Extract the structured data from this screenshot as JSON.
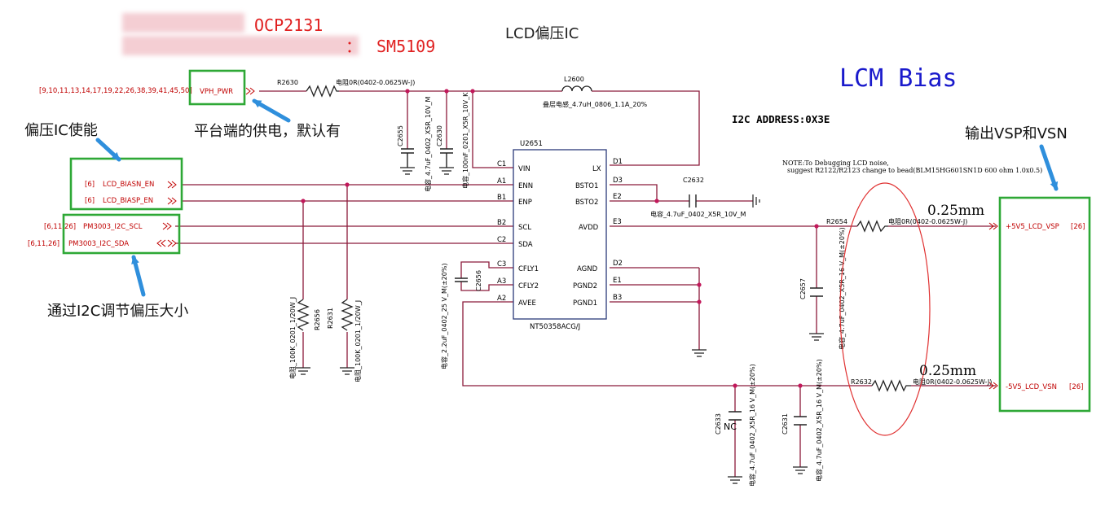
{
  "header": {
    "ocp": "OCP2131",
    "sm_colon": "：",
    "sm": "SM5109",
    "lcd_ic": "LCD偏压IC",
    "lcm_bias": "LCM Bias",
    "i2c_address": "I2C ADDRESS:0X3E",
    "note_line1": "NOTE:To Debugging LCD noise,",
    "note_line2": "suggest R2122/R2123 change to bead(BLM15HG601SN1D 600 ohm 1.0x0.5)"
  },
  "annotations": {
    "bias_enable": "偏压IC使能",
    "platform_power": "平台端的供电，默认有",
    "output_vsp_vsn": "输出VSP和VSN",
    "i2c_adjust": "通过I2C调节偏压大小",
    "trace_width_1": "0.25mm",
    "trace_width_2": "0.25mm"
  },
  "ports": {
    "vph_pwr": {
      "label": "VPH_PWR",
      "refs": "[9,10,11,13,14,17,19,22,26,38,39,41,45,50]"
    },
    "lcd_biasn_en": {
      "label": "LCD_BIASN_EN",
      "refs": "[6]"
    },
    "lcd_biasp_en": {
      "label": "LCD_BIASP_EN",
      "refs": "[6]"
    },
    "i2c_scl": {
      "label": "PM3003_I2C_SCL",
      "refs": "[6,11,26]"
    },
    "i2c_sda": {
      "label": "PM3003_I2C_SDA",
      "refs": "[6,11,26]"
    },
    "lcd_vsp": {
      "label": "+5V5_LCD_VSP",
      "refs": "[26]"
    },
    "lcd_vsn": {
      "label": "-5V5_LCD_VSN",
      "refs": "[26]"
    }
  },
  "ic": {
    "ref": "U2651",
    "part": "NT50358ACG/J",
    "left_pins": [
      {
        "num": "C1",
        "name": "VIN"
      },
      {
        "num": "A1",
        "name": "ENN"
      },
      {
        "num": "B1",
        "name": "ENP"
      },
      {
        "num": "B2",
        "name": "SCL"
      },
      {
        "num": "C2",
        "name": "SDA"
      },
      {
        "num": "C3",
        "name": "CFLY1"
      },
      {
        "num": "A3",
        "name": "CFLY2"
      },
      {
        "num": "A2",
        "name": "AVEE"
      }
    ],
    "right_pins": [
      {
        "num": "D1",
        "name": "LX"
      },
      {
        "num": "D3",
        "name": "BSTO1"
      },
      {
        "num": "E2",
        "name": "BSTO2"
      },
      {
        "num": "E3",
        "name": "AVDD"
      },
      {
        "num": "D2",
        "name": "AGND"
      },
      {
        "num": "E1",
        "name": "PGND2"
      },
      {
        "num": "B3",
        "name": "PGND1"
      }
    ]
  },
  "components": {
    "r2630": {
      "ref": "R2630",
      "value": "电阻0R(0402-0.0625W-J)"
    },
    "l2600": {
      "ref": "L2600",
      "value": "叠层电感_4.7uH_0806_1.1A_20%"
    },
    "c2655": {
      "ref": "C2655",
      "value": "电容_4.7uF_0402_X5R_10V_M"
    },
    "c2630": {
      "ref": "C2630",
      "value": "电容_100nF_0201_X5R_10V_K"
    },
    "c2632": {
      "ref": "C2632",
      "value": "电容_4.7uF_0402_X5R_10V_M"
    },
    "c2656": {
      "ref": "C2656",
      "value": "电容_2.2uF_0402_25 V_M(±20%)"
    },
    "r2656": {
      "ref": "R2656",
      "value": "电阻_100K_0201_1/20W_J"
    },
    "r2631": {
      "ref": "R2631",
      "value": "电阻_100K_0201_1/20W_J"
    },
    "r2654": {
      "ref": "R2654",
      "value": "电阻0R(0402-0.0625W-J)"
    },
    "c2657": {
      "ref": "C2657",
      "value": "电容_4.7uF_0402_X5R_16 V_M(±20%)"
    },
    "r2632": {
      "ref": "R2632",
      "value": "电阻0R(0402-0.0625W-J)"
    },
    "c2633": {
      "ref": "C2633",
      "value": "电容_4.7uF_0402_X5R_16 V_M(±20%)",
      "nc": "NC"
    },
    "c2631": {
      "ref": "C2631",
      "value": "电容_4.7uF_0402_X5R_16 V_M(±20%)"
    }
  },
  "colors": {
    "wire": "#8b1a3a",
    "ref_text": "#c00000",
    "box_green": "#2ea836",
    "arrow_blue": "#2f8fdc",
    "ellipse_red": "#e03030",
    "lcm_bias_blue": "#1a1acc",
    "ocp_red": "#e02020"
  }
}
